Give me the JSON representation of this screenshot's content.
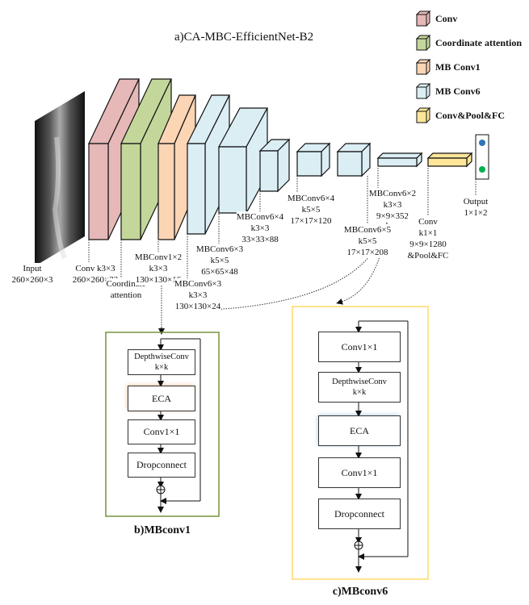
{
  "title": "a)CA-MBC-EfficientNet-B2",
  "legend": [
    {
      "label": "Conv",
      "color": "#e6b8b7"
    },
    {
      "label": "Coordinate attention",
      "color": "#c4d79b"
    },
    {
      "label": "MB Conv1",
      "color": "#fcd5b5"
    },
    {
      "label": "MB Conv6",
      "color": "#dbeef4"
    },
    {
      "label": "Conv&Pool&FC",
      "color": "#ffe699"
    }
  ],
  "layers": [
    {
      "id": "input",
      "lines": [
        "Input",
        "260×260×3"
      ]
    },
    {
      "id": "conv",
      "lines": [
        "Conv k3×3",
        "260×260×32"
      ]
    },
    {
      "id": "coord",
      "lines": [
        "Coordinate",
        "attention"
      ]
    },
    {
      "id": "mb1",
      "lines": [
        "MBConv1×2",
        "k3×3",
        "130×130×16"
      ]
    },
    {
      "id": "mb6a",
      "lines": [
        "MBConv6×3",
        "k3×3",
        "130×130×24"
      ]
    },
    {
      "id": "mb6b",
      "lines": [
        "MBConv6×3",
        "k5×5",
        "65×65×48"
      ]
    },
    {
      "id": "mb6c",
      "lines": [
        "MBConv6×4",
        "k3×3",
        "33×33×88"
      ]
    },
    {
      "id": "mb6d",
      "lines": [
        "MBConv6×4",
        "k5×5",
        "17×17×120"
      ]
    },
    {
      "id": "mb6e",
      "lines": [
        "MBConv6×5",
        "k5×5",
        "17×17×208"
      ]
    },
    {
      "id": "mb6f",
      "lines": [
        "MBConv6×2",
        "k3×3",
        "9×9×352"
      ]
    },
    {
      "id": "head",
      "lines": [
        "Conv",
        "k1×1",
        "9×9×1280",
        "&Pool&FC"
      ]
    },
    {
      "id": "output",
      "lines": [
        "Output",
        "1×1×2"
      ]
    }
  ],
  "mbconv1": {
    "caption": "b)MBconv1",
    "blocks": [
      "DepthwiseConv\nk×k",
      "ECA",
      "Conv1×1",
      "Dropconnect"
    ],
    "highlight_color": "#f4b183"
  },
  "mbconv6": {
    "caption": "c)MBconv6",
    "blocks": [
      "Conv1×1",
      "DepthwiseConv\nk×k",
      "ECA",
      "Conv1×1",
      "Dropconnect"
    ],
    "highlight_color": "#9dc3e6"
  },
  "output_nodes": [
    "#2e75b6",
    "#00b050"
  ]
}
